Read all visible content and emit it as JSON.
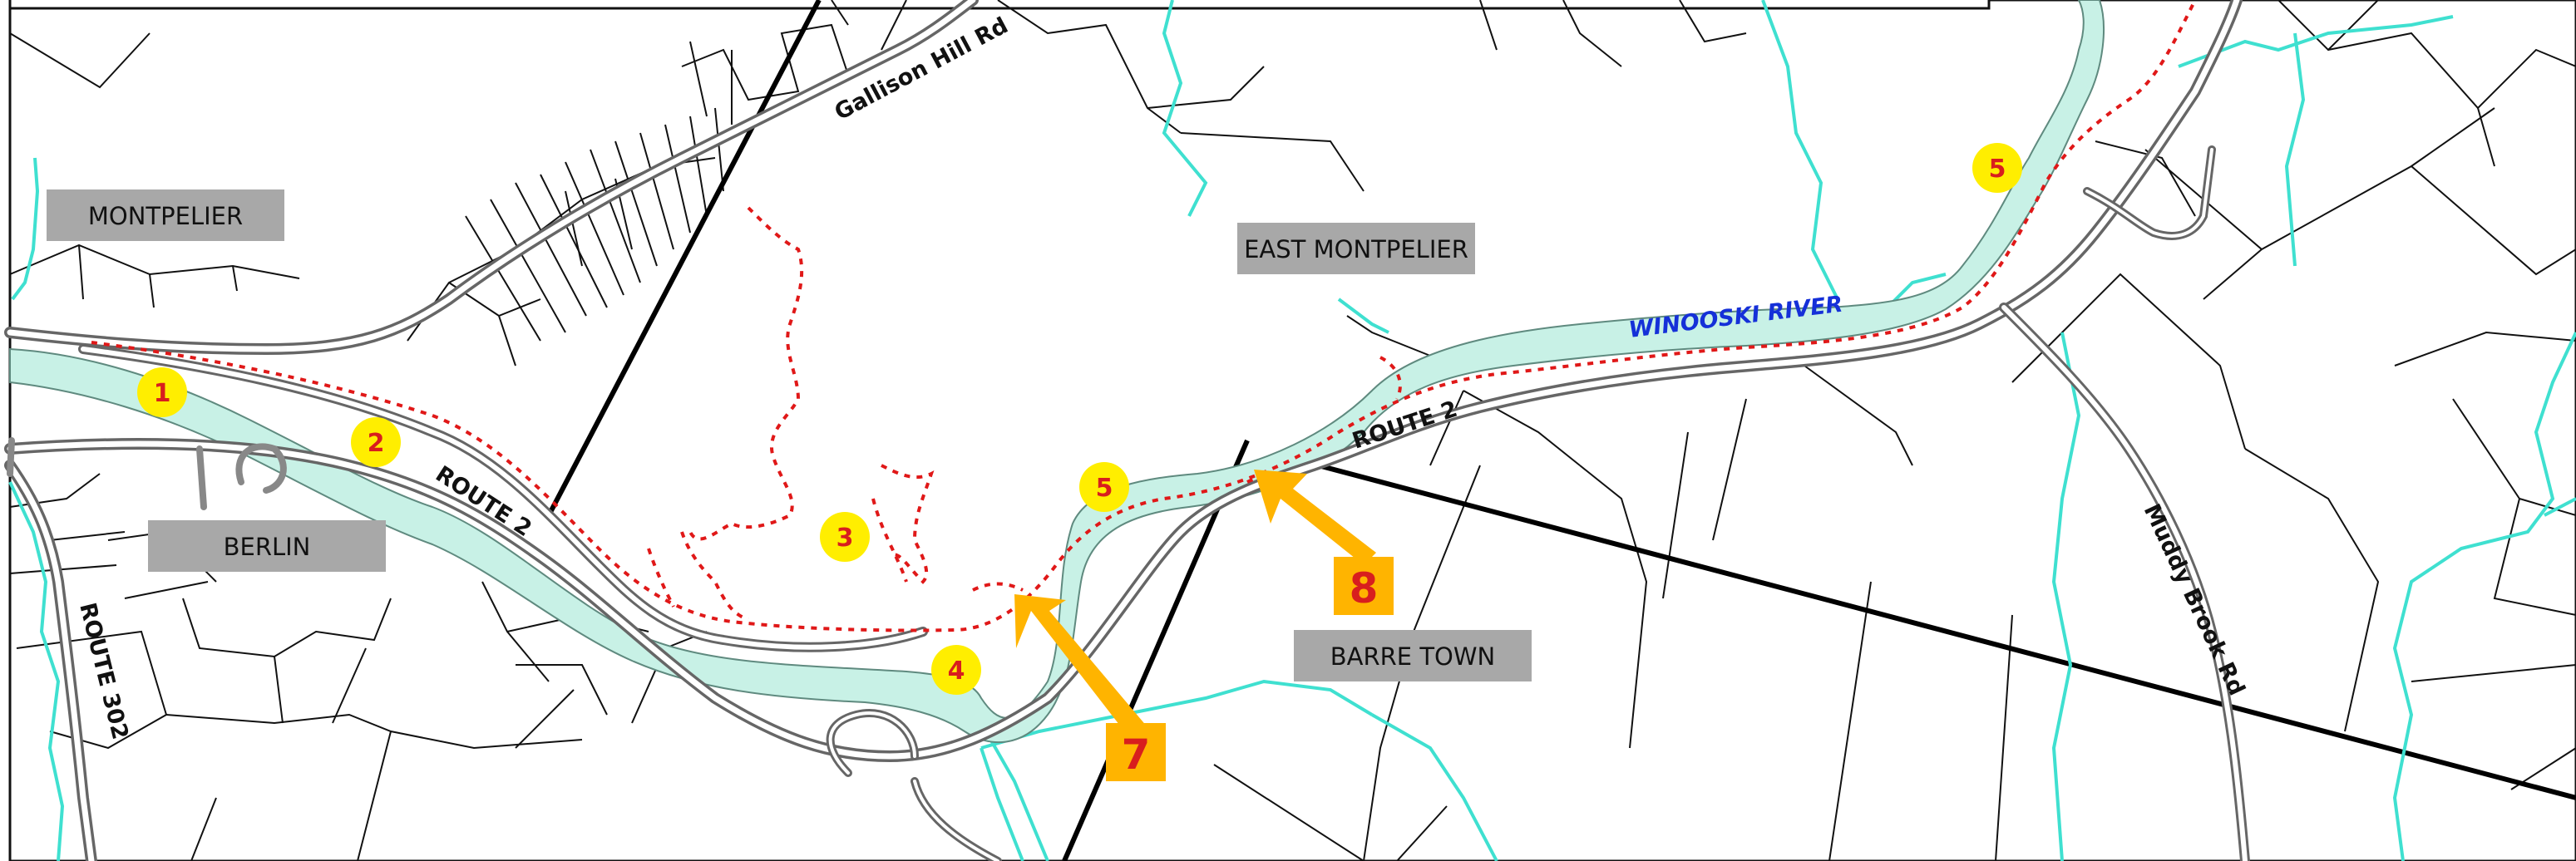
{
  "map": {
    "places": {
      "montpelier": "MONTPELIER",
      "east_montpelier": "EAST MONTPELIER",
      "berlin": "BERLIN",
      "barre_town": "BARRE TOWN"
    },
    "roads": {
      "gallison_hill": "Gallison Hill Rd",
      "route2_west": "ROUTE 2",
      "route2_east": "ROUTE 2",
      "route302": "ROUTE 302",
      "muddy_brook": "Muddy Brook Rd"
    },
    "river": "WINOOSKI RIVER",
    "markers": {
      "m1": "1",
      "m2": "2",
      "m3": "3",
      "m4": "4",
      "m5a": "5",
      "m5b": "5"
    },
    "arrows": {
      "a7": "7",
      "a8": "8"
    },
    "colors": {
      "river_fill": "#c8f1e6",
      "river_edge": "#5f8a7f",
      "stream": "#3fe0d0",
      "road": "#9a9a9a",
      "trail": "#e01818",
      "marker": "#ffee00",
      "arrow": "#ffb400",
      "label_box": "#a8a8a8"
    }
  }
}
